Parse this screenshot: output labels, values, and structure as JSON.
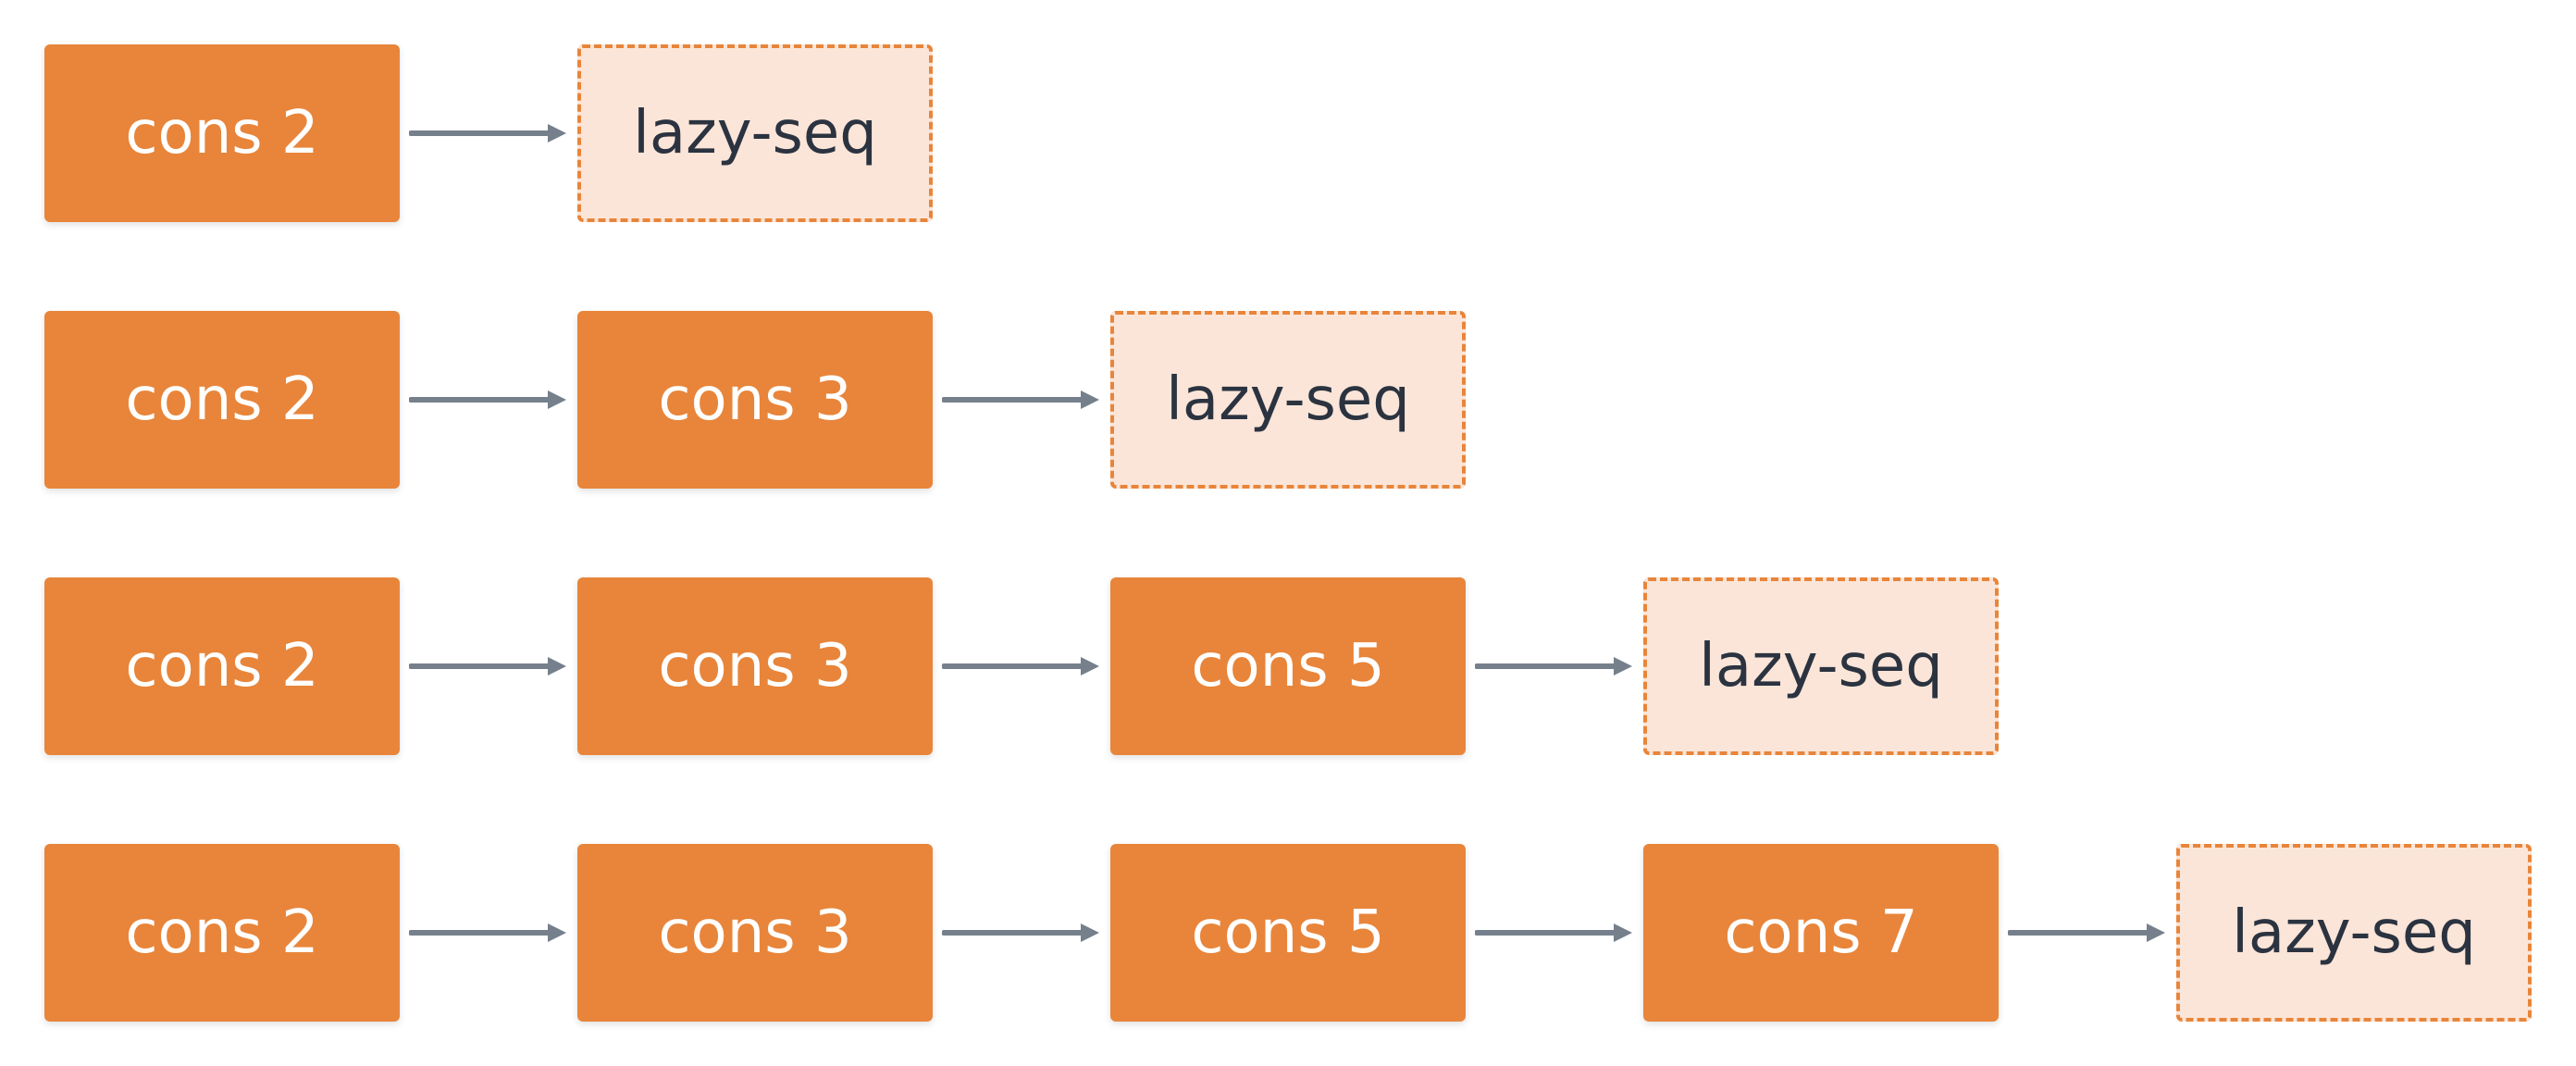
{
  "diagram": {
    "colors": {
      "cons_fill": "#e8853a",
      "cons_text": "#ffffff",
      "lazy_fill": "#fbe5d8",
      "lazy_border": "#e8853a",
      "lazy_text": "#2b3340",
      "arrow": "#75808c"
    },
    "rows": [
      {
        "nodes": [
          "cons 2",
          "lazy-seq"
        ]
      },
      {
        "nodes": [
          "cons 2",
          "cons 3",
          "lazy-seq"
        ]
      },
      {
        "nodes": [
          "cons 2",
          "cons 3",
          "cons 5",
          "lazy-seq"
        ]
      },
      {
        "nodes": [
          "cons 2",
          "cons 3",
          "cons 5",
          "cons 7",
          "lazy-seq"
        ]
      }
    ]
  }
}
